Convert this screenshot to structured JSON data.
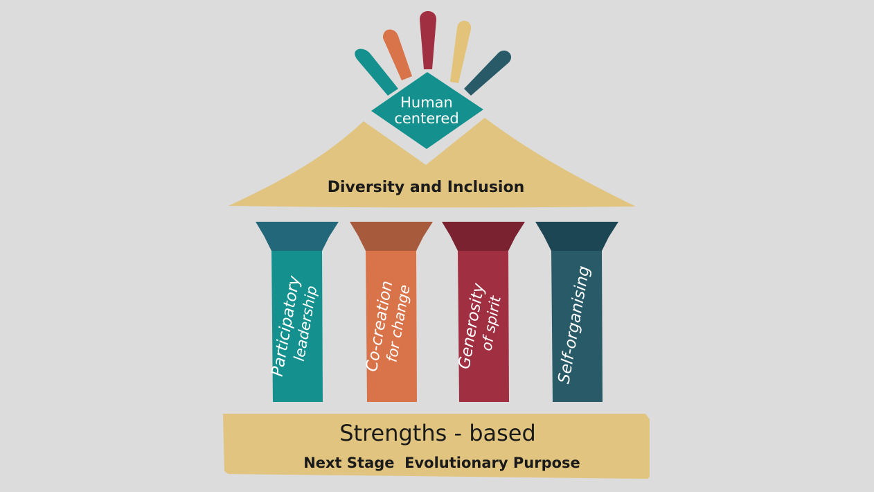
{
  "roof_top": {
    "line1": "Human",
    "line2": "centered"
  },
  "roof": {
    "label": "Diversity and Inclusion"
  },
  "pillars": [
    {
      "line1": "Participatory",
      "line2": "leadership"
    },
    {
      "line1": "Co-creation",
      "line2": "for change"
    },
    {
      "line1": "Generosity",
      "line2": "of spirit"
    },
    {
      "line1": "Self-organising",
      "line2": ""
    }
  ],
  "base": {
    "title": "Strengths - based",
    "subtitle": "Next Stage  Evolutionary Purpose"
  },
  "colors": {
    "background": "#dcdcdc",
    "sand": "#e0c47f",
    "teal": "#14918e",
    "orange": "#d8734a",
    "crimson": "#a02f41",
    "slate": "#285a68",
    "gold": "#e3c27a"
  }
}
